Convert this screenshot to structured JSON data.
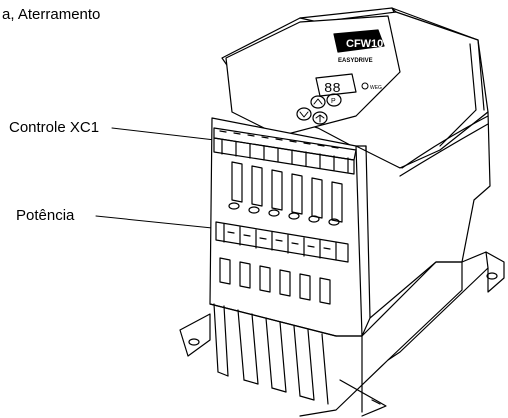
{
  "title": "a, Aterramento",
  "labels": {
    "control": "Controle XC1",
    "power": "Potência"
  },
  "device": {
    "brand_mark": "CFW10",
    "model_text": "EASYDRIVE",
    "display_digits": "88",
    "keypad_icons": [
      "up-arrow-key",
      "down-arrow-key",
      "program-key",
      "run-stop-key"
    ],
    "brand_logo": "WEG"
  }
}
